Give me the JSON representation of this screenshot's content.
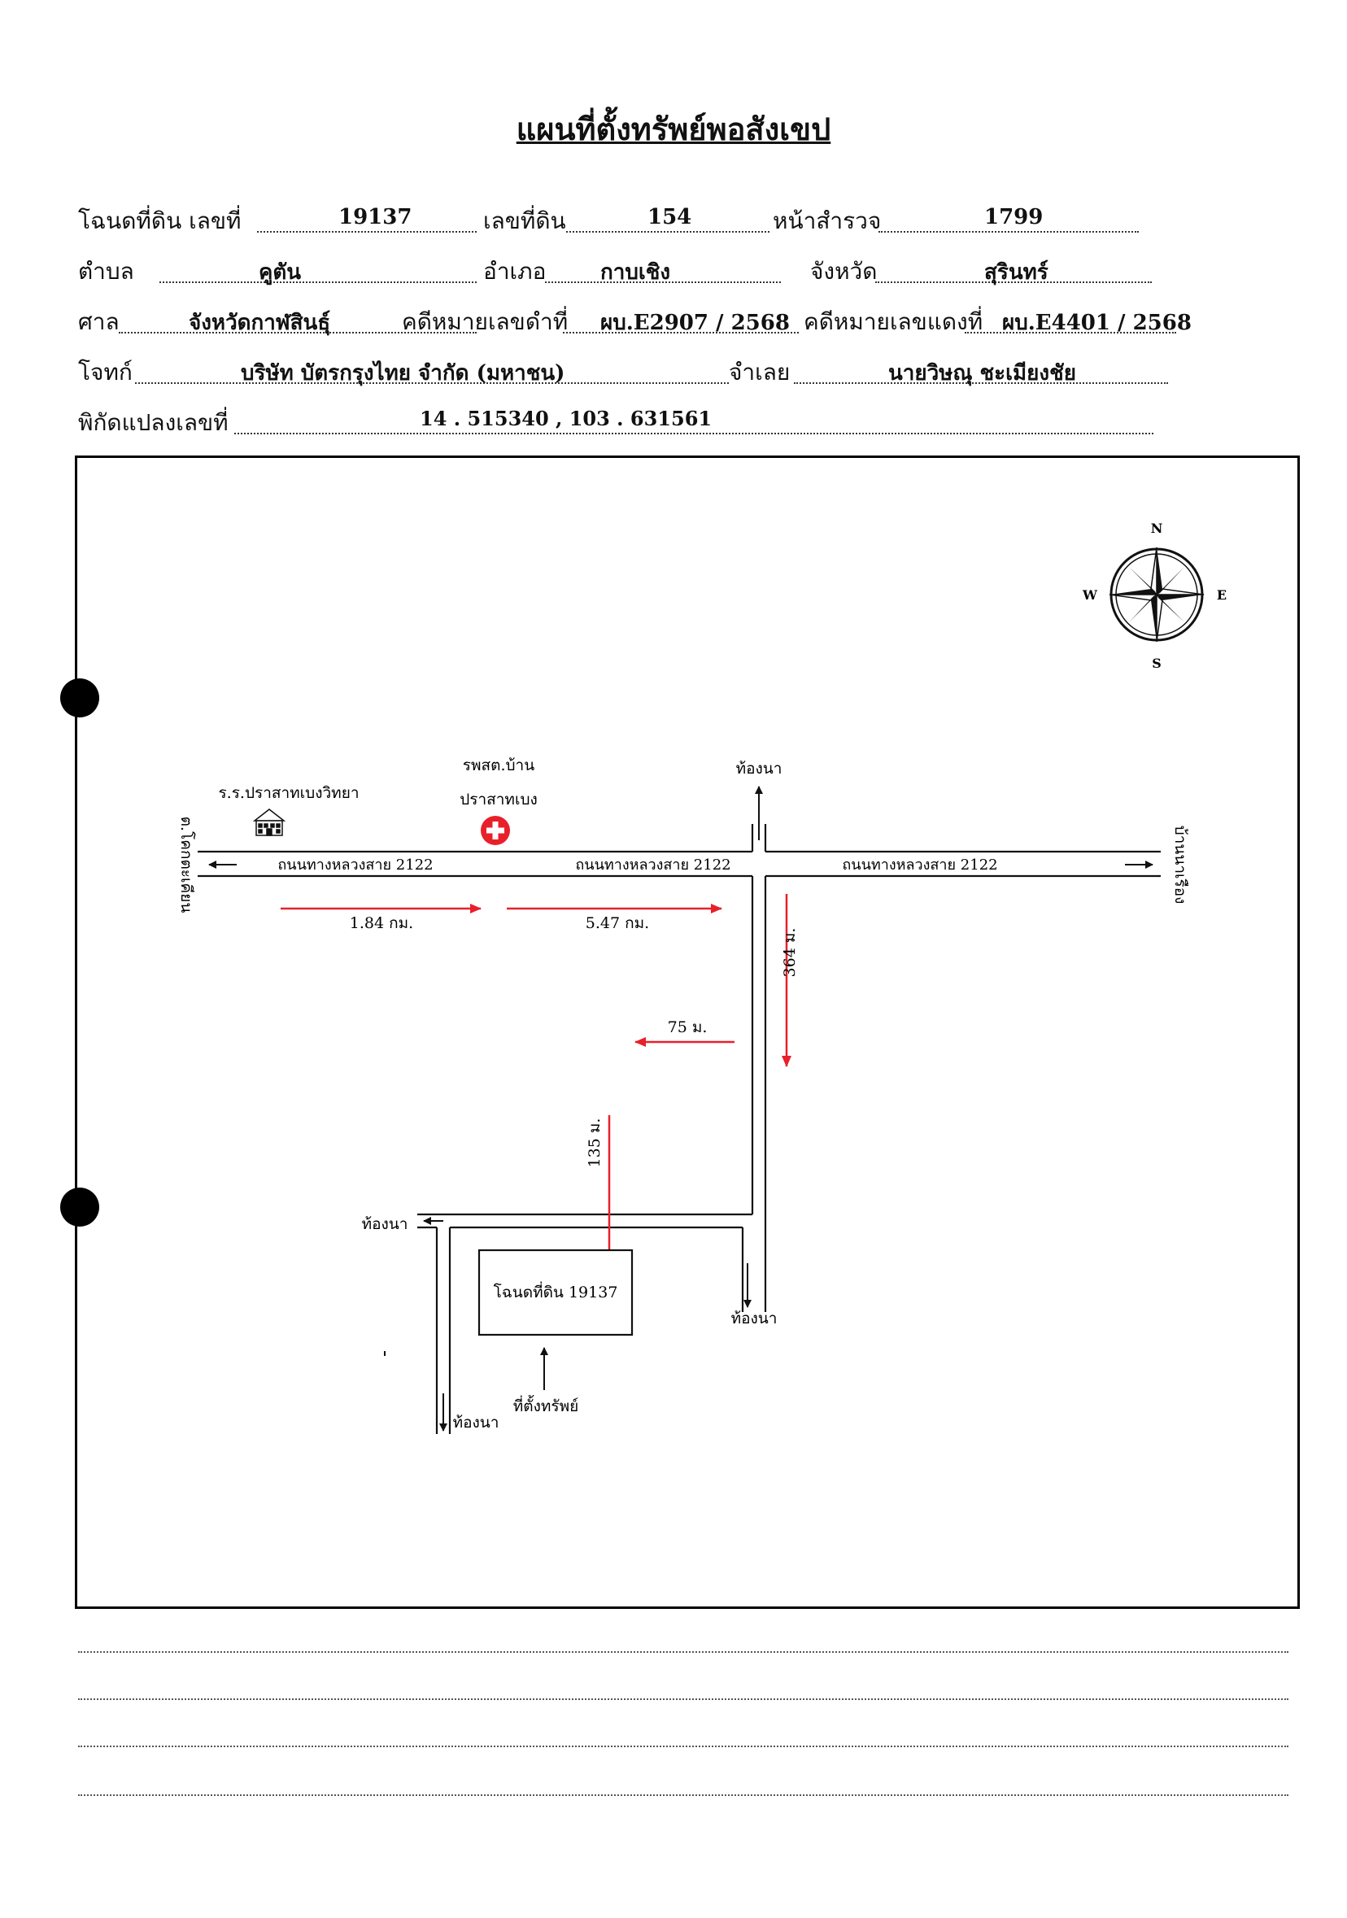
{
  "title": "แผนที่ตั้งทรัพย์พอสังเขป",
  "header": {
    "deed_label": "โฉนดที่ดิน เลขที่",
    "deed_no": "19137",
    "land_no_label": "เลขที่ดิน",
    "land_no": "154",
    "survey_label": "หน้าสำรวจ",
    "survey_no": "1799",
    "subdistrict_label": "ตำบล",
    "subdistrict": "คูตัน",
    "district_label": "อำเภอ",
    "district": "กาบเชิง",
    "province_label": "จังหวัด",
    "province": "สุรินทร์",
    "court_label": "ศาล",
    "court": "จังหวัดกาฬสินธุ์",
    "black_case_label": "คดีหมายเลขดำที่",
    "black_case": "ผบ.E2907 / 2568",
    "red_case_label": "คดีหมายเลขแดงที่",
    "red_case": "ผบ.E4401 / 2568",
    "plaintiff_label": "โจทก์",
    "plaintiff": "บริษัท บัตรกรุงไทย จำกัด (มหาชน)",
    "defendant_label": "จำเลย",
    "defendant": "นายวิษณุ ชะเมียงชัย",
    "coord_label": "พิกัดแปลงเลขที่",
    "coord": "14 . 515340 , 103 . 631561"
  },
  "map": {
    "compass": {
      "n": "N",
      "e": "E",
      "s": "S",
      "w": "W"
    },
    "road_label": "ถนนทางหลวงสาย 2122",
    "school": "ร.ร.ปราสาทเบงวิทยา",
    "hospital_line1": "รพสต.บ้าน",
    "hospital_line2": "ปราสาทเบง",
    "west_end": "ต.โคกตะเคียน",
    "east_end": "บ้านนาเรือง",
    "field": "ท้องนา",
    "dist_1": "1.84 กม.",
    "dist_2": "5.47 กม.",
    "dist_3": "364 ม.",
    "dist_4": "75 ม.",
    "dist_5": "135 ม.",
    "plot_label": "โฉนดที่ดิน 19137",
    "property_label": "ที่ตั้งทรัพย์",
    "colors": {
      "route_arrow": "#e8202a",
      "hospital": "#e8202a",
      "ink": "#111111"
    }
  }
}
